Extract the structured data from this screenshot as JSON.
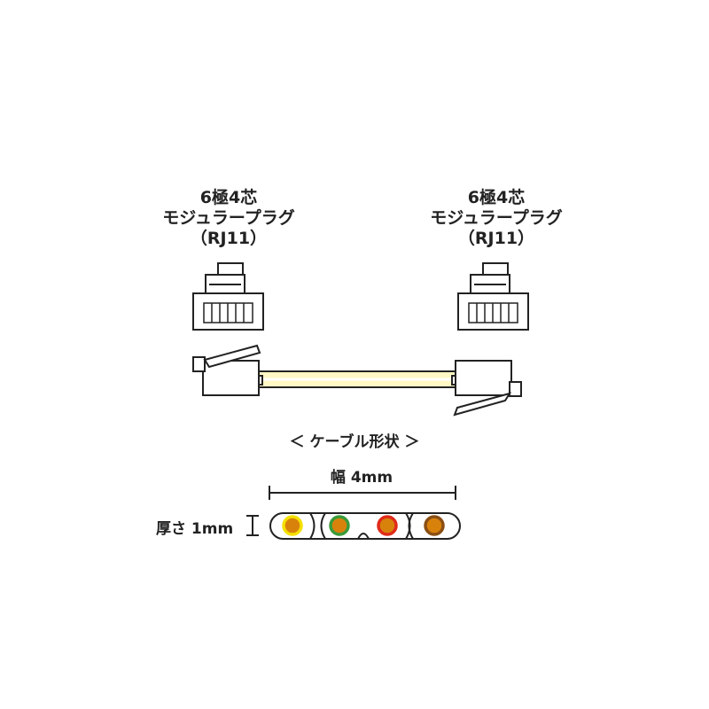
{
  "plug_left": {
    "line1": "6極4芯",
    "line2": "モジュラープラグ",
    "line3": "（RJ11）"
  },
  "plug_right": {
    "line1": "6極4芯",
    "line2": "モジュラープラグ",
    "line3": "（RJ11）"
  },
  "section_title": "＜ ケーブル形状 ＞",
  "width_label": "幅 4mm",
  "thickness_label": "厚さ 1mm",
  "colors": {
    "cable_sheath": "#fff7c4",
    "outline": "#222222",
    "core_fill": "#d8820c",
    "wire_rings": [
      "#f4e000",
      "#3a9b3a",
      "#e02a1a",
      "#8a4e14"
    ]
  }
}
